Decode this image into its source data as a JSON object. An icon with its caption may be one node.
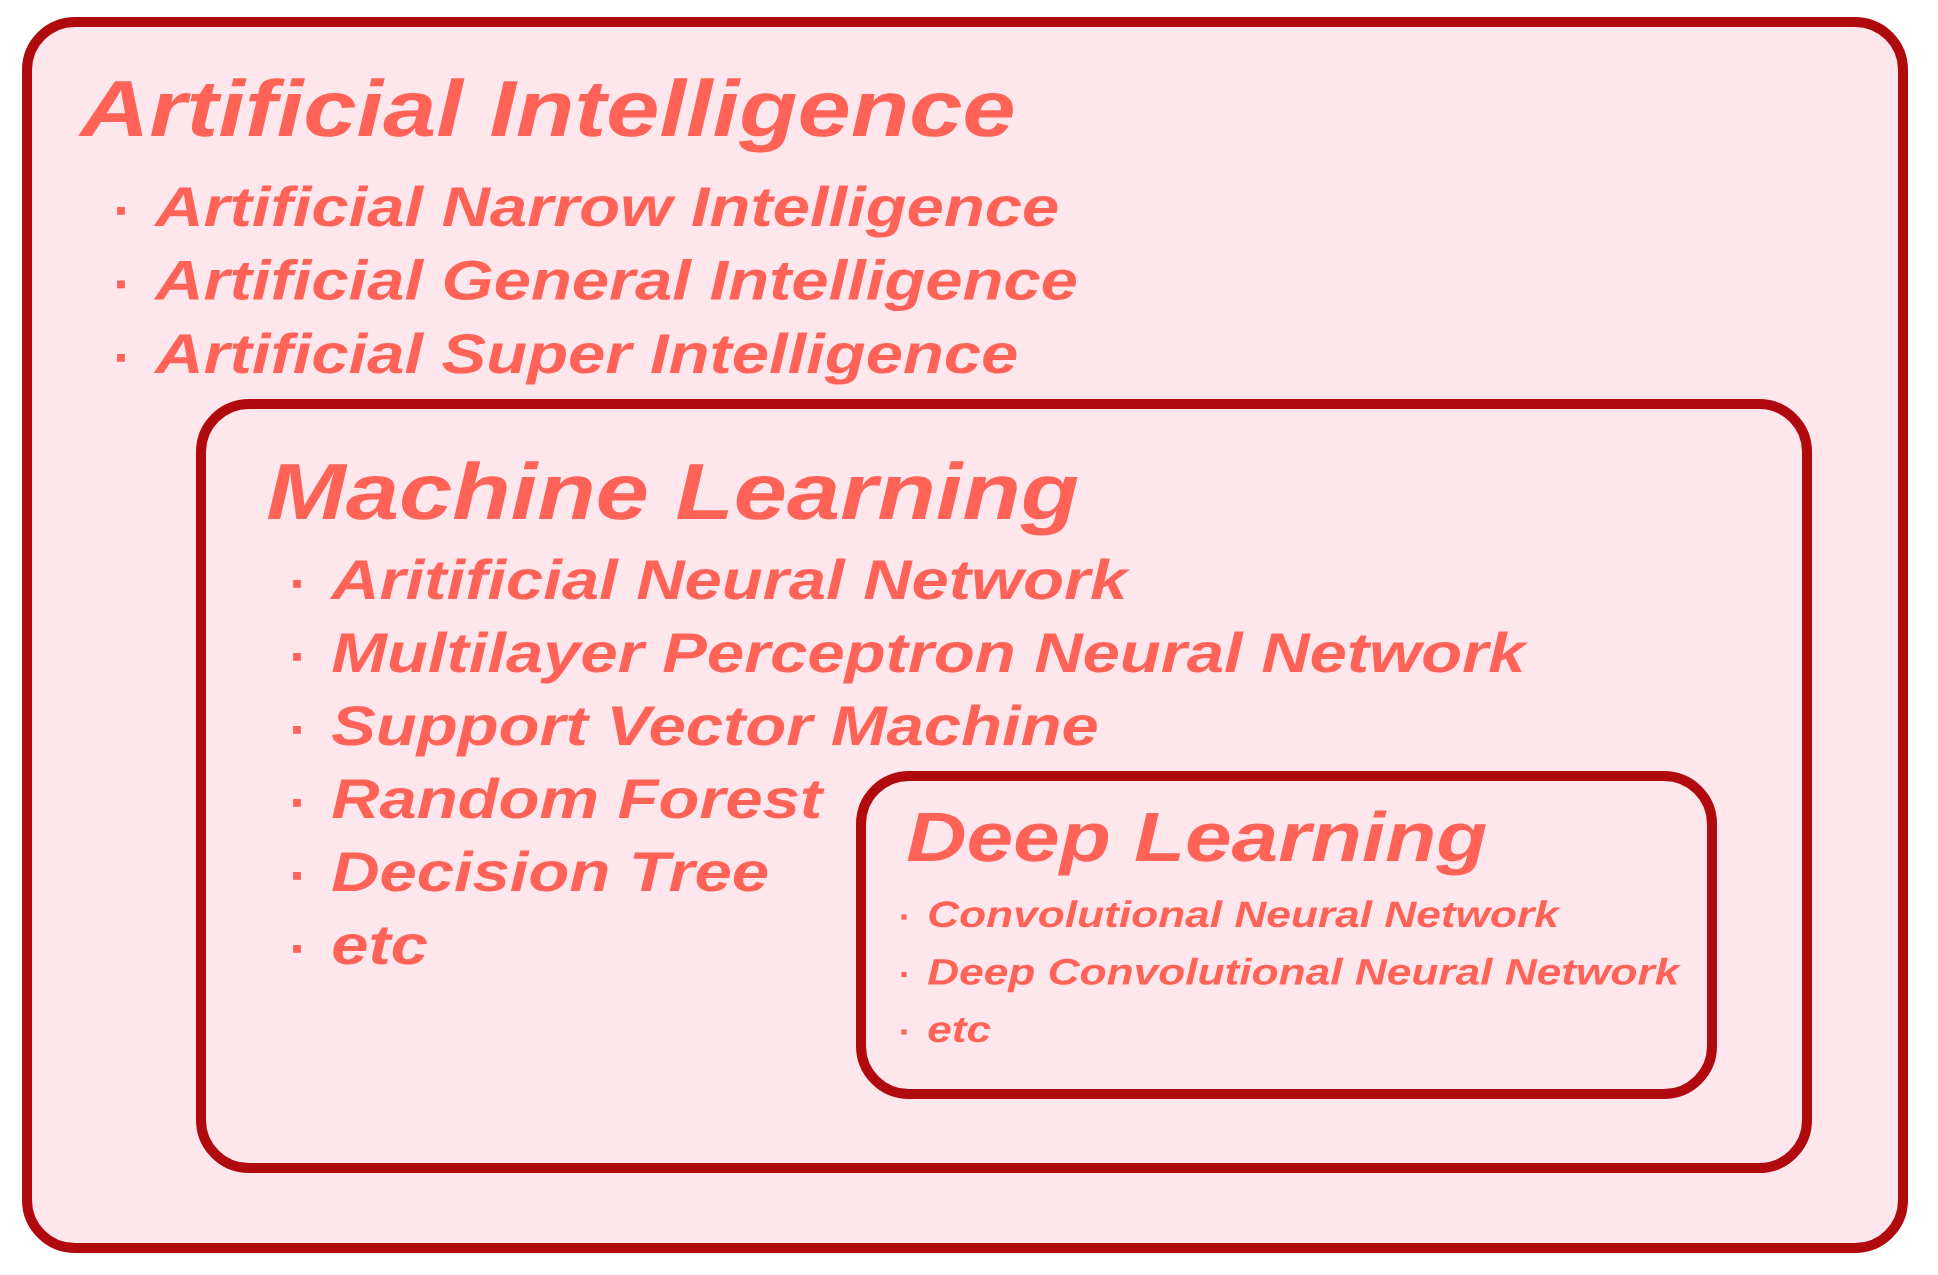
{
  "diagram": {
    "nodes": [
      {
        "text": [
          "Artificial Intelligence",
          "Artificial Narrow Intelligence",
          "Artificial General Intelligence",
          "Artificial Super Intelligence"
        ]
      },
      {
        "text": [
          "Machine Learning",
          "Aritificial Neural Network",
          "Multilayer Perceptron Neural Network",
          "Support Vector Machine",
          "Random Forest",
          "Decision Tree",
          "etc"
        ],
        "in": 0
      },
      {
        "text": [
          "Deep Learning",
          "Convolutional Neural Network",
          "Deep Convolutional Neural Network",
          "etc"
        ],
        "in": 1
      }
    ]
  }
}
